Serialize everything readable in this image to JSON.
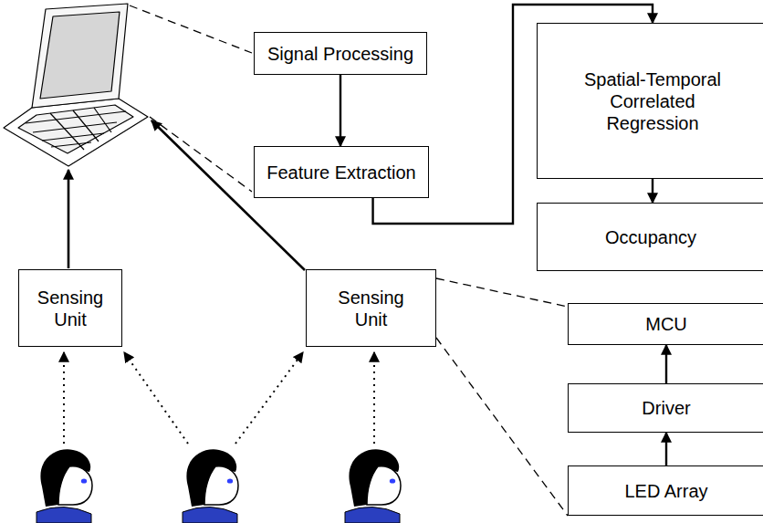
{
  "diagram": {
    "nodes": [
      {
        "text": [
          "Signal Processing"
        ]
      },
      {
        "text": [
          "Feature Extraction"
        ]
      },
      {
        "text": [
          "Spatial-Temporal Correlated Regression"
        ]
      },
      {
        "text": [
          "Occupancy"
        ]
      },
      {
        "text": [
          "Sensing Unit"
        ]
      },
      {
        "text": [
          "Sensing Unit"
        ]
      },
      {
        "text": [
          "MCU"
        ]
      },
      {
        "text": [
          "Driver"
        ]
      },
      {
        "text": [
          "LED Array"
        ]
      }
    ],
    "edges": [
      {
        "from": 0,
        "to": 1,
        "arrow": "to"
      },
      {
        "from": 1,
        "to": 2,
        "arrow": "to"
      },
      {
        "from": 2,
        "to": 3,
        "arrow": "to"
      },
      {
        "from": 8,
        "to": 7,
        "arrow": "to"
      },
      {
        "from": 7,
        "to": 6,
        "arrow": "to"
      },
      {
        "from": 5,
        "to": 6,
        "arrow": "none"
      },
      {
        "from": 5,
        "to": 8,
        "arrow": "none"
      }
    ]
  }
}
